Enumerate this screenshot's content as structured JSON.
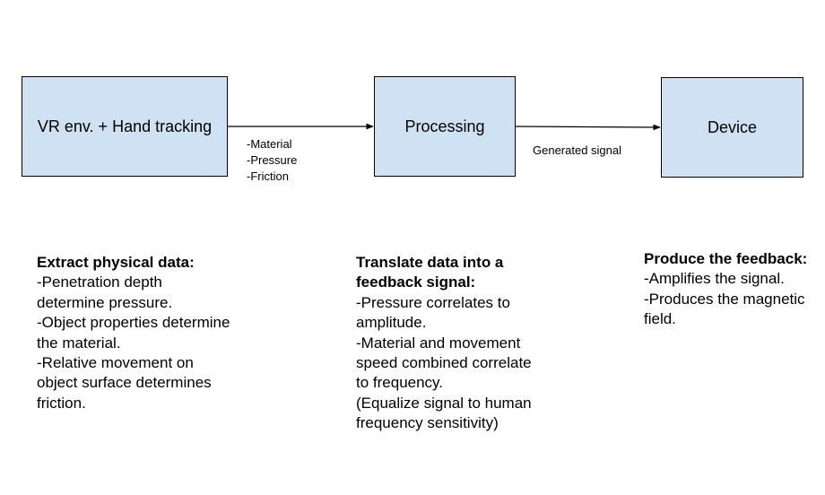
{
  "nodes": [
    {
      "id": "vr",
      "label": "VR env. + Hand tracking"
    },
    {
      "id": "processing",
      "label": "Processing"
    },
    {
      "id": "device",
      "label": "Device"
    }
  ],
  "edges": [
    {
      "from": "vr",
      "to": "processing",
      "label": "-Material\n-Pressure\n-Friction"
    },
    {
      "from": "processing",
      "to": "device",
      "label": "Generated signal"
    }
  ],
  "descriptions": [
    {
      "heading": "Extract physical data:",
      "lines": [
        "-Penetration depth determine pressure.",
        "-Object properties determine the material.",
        "-Relative movement on object surface determines friction."
      ]
    },
    {
      "heading": "Translate data into a feedback signal:",
      "lines": [
        "-Pressure correlates to amplitude.",
        "-Material and movement speed combined correlate to frequency.",
        "(Equalize signal to human frequency sensitivity)"
      ]
    },
    {
      "heading": "Produce the feedback:",
      "lines": [
        "-Amplifies the signal.",
        "-Produces the magnetic field."
      ]
    }
  ],
  "colors": {
    "box_fill": "#cfe2f3",
    "stroke": "#000000"
  }
}
